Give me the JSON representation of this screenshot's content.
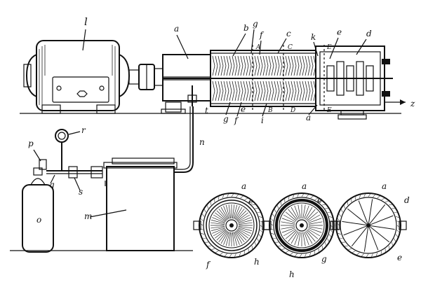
{
  "figure": {
    "labels": {
      "motor": "l",
      "housing_left": "a",
      "rotor_disc": "b",
      "stator_ring": "c",
      "end_cap": "d",
      "blade_upper": "e",
      "gap_upper": "f",
      "gear_upper": "g",
      "inlet": "k",
      "section_a_top": "A",
      "section_c_top": "C",
      "section_e_top": "E",
      "section_b_bot": "B",
      "section_d_bot": "D",
      "section_e_bot": "E",
      "outlet": "z",
      "shaft_pin": "t",
      "gear_lower": "g",
      "gap_lower": "f",
      "blade_lower": "e",
      "inner_i": "i",
      "housing_right": "a",
      "pipe": "n",
      "gauge": "r",
      "valve_p": "p",
      "coupling_q": "q",
      "tee_s": "s",
      "cylinder": "o",
      "tank": "m",
      "sec1_a": "a",
      "sec1_e": "e",
      "sec1_f": "f",
      "sec1_h": "h",
      "sec2_a": "a",
      "sec2_e": "e",
      "sec2_g": "g",
      "sec2_h": "h",
      "sec3_a": "a",
      "sec3_d": "d",
      "sec3_e": "e"
    }
  }
}
